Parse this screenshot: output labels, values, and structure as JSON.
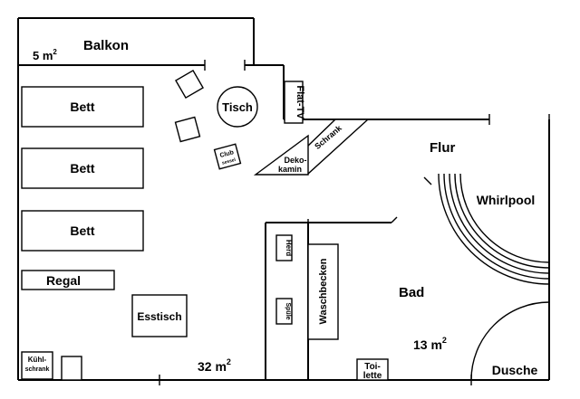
{
  "rooms": {
    "balcony": {
      "name": "Balkon",
      "area": "5 m",
      "area_sup": "2"
    },
    "main": {
      "area": "32 m",
      "area_sup": "2"
    },
    "hall": {
      "name": "Flur"
    },
    "bath": {
      "name": "Bad",
      "area": "13 m",
      "area_sup": "2"
    }
  },
  "furniture": {
    "bed1": "Bett",
    "bed2": "Bett",
    "bed3": "Bett",
    "shelf": "Regal",
    "dining_table": "Esstisch",
    "fridge_line1": "Kühl-",
    "fridge_line2": "schrank",
    "table": "Tisch",
    "club_line1": "Club",
    "club_line2": "sessel",
    "tv": "Flat-TV",
    "cabinet": "Schrank",
    "fireplace_line1": "Deko-",
    "fireplace_line2": "kamin",
    "stove": "Herd",
    "sink": "Spüle",
    "washbasin": "Waschbecken",
    "toilet_line1": "Toi-",
    "toilet_line2": "lette",
    "whirlpool": "Whirlpool",
    "shower": "Dusche"
  }
}
